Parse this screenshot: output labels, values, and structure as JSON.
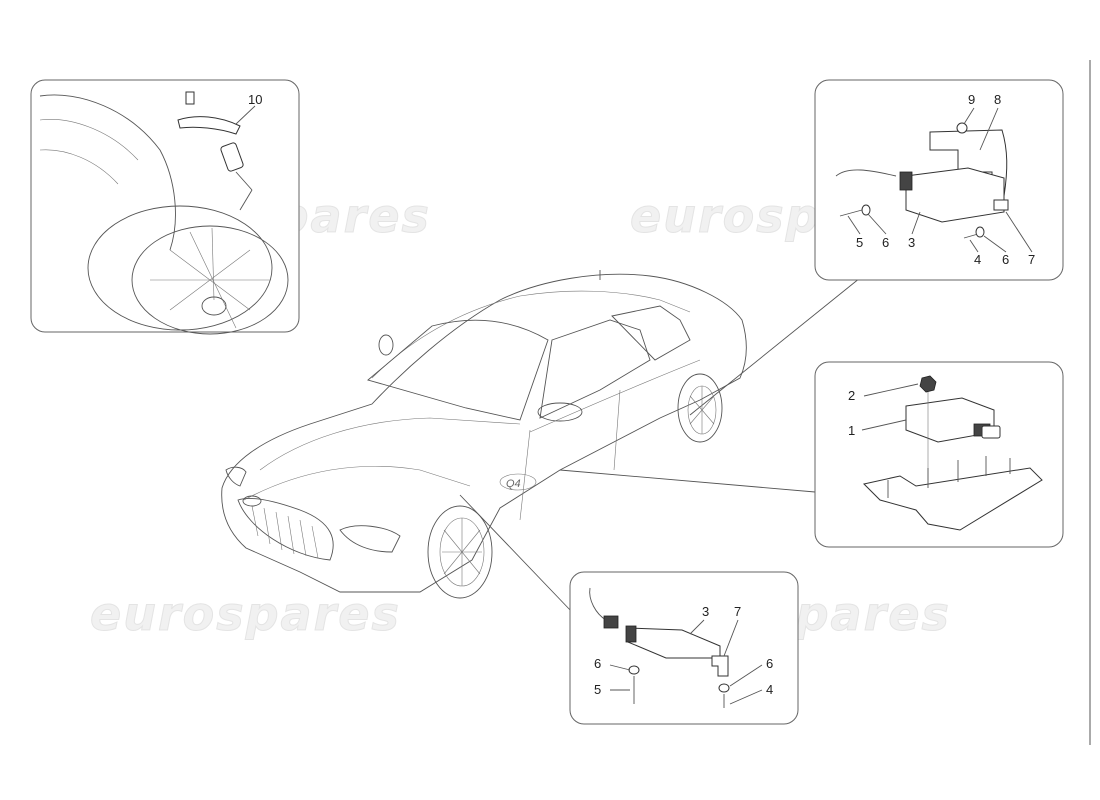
{
  "watermark": {
    "text": "eurospares"
  },
  "detail_tire_valve": {
    "callouts": [
      "10"
    ]
  },
  "detail_bracket_module": {
    "callouts": [
      "9",
      "8",
      "5",
      "6",
      "3",
      "4",
      "6",
      "7"
    ]
  },
  "detail_control_unit": {
    "callouts": [
      "2",
      "1"
    ]
  },
  "detail_antenna": {
    "callouts": [
      "3",
      "7",
      "6",
      "6",
      "5",
      "4"
    ]
  },
  "car": {
    "badge_text": "Q4"
  },
  "colors": {
    "line": "#333333",
    "panel_border": "#666666",
    "watermark": "#e6e6e6"
  }
}
